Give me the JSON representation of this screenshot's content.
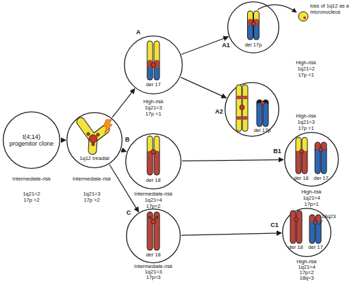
{
  "diagram": {
    "nodes": [
      {
        "text": [
          "t(4;14) progenitor clone",
          "Intermediate-risk",
          "1q21=2",
          "17p =2"
        ]
      },
      {
        "text": [
          "1q12 triradial",
          "Intermediate-risk",
          "1q21=3",
          "17p =2"
        ]
      },
      {
        "text": [
          "A",
          "der 17",
          "High-risk",
          "1q21=3",
          "17p =1"
        ]
      },
      {
        "text": [
          "A1",
          "del 17p",
          "High-risk",
          "1q21=2",
          "17p =1"
        ]
      },
      {
        "text": [
          "A2",
          "del 17p",
          "High-risk",
          "1q21=3",
          "17p =1"
        ]
      },
      {
        "text": [
          "B",
          "der 18",
          "Intermediate-risk",
          "1q21=4",
          "17p=2"
        ]
      },
      {
        "text": [
          "B1",
          "der 18",
          "der 17",
          "High-risk",
          "1q21=4",
          "17p=1"
        ]
      },
      {
        "text": [
          "C",
          "der 18",
          "Intermediate-risk",
          "1q21=3",
          "17p=3"
        ]
      },
      {
        "text": [
          "C1",
          "der 18",
          "der 17",
          "18q23",
          "High-risk",
          "1q21=4",
          "17p=2",
          "18q=3"
        ]
      }
    ],
    "edges": [
      {
        "from": 0,
        "to": 1,
        "arrow": "to"
      },
      {
        "from": 1,
        "to": 2,
        "arrow": "to"
      },
      {
        "from": 1,
        "to": 5,
        "arrow": "to"
      },
      {
        "from": 1,
        "to": 7,
        "arrow": "to"
      },
      {
        "from": 2,
        "to": 3,
        "arrow": "to"
      },
      {
        "from": 2,
        "to": 4,
        "arrow": "to"
      },
      {
        "from": 5,
        "to": 6,
        "arrow": "to"
      },
      {
        "from": 7,
        "to": 8,
        "arrow": "to"
      }
    ],
    "labels": [
      "loss of 1q12 as a micronucleus"
    ]
  }
}
